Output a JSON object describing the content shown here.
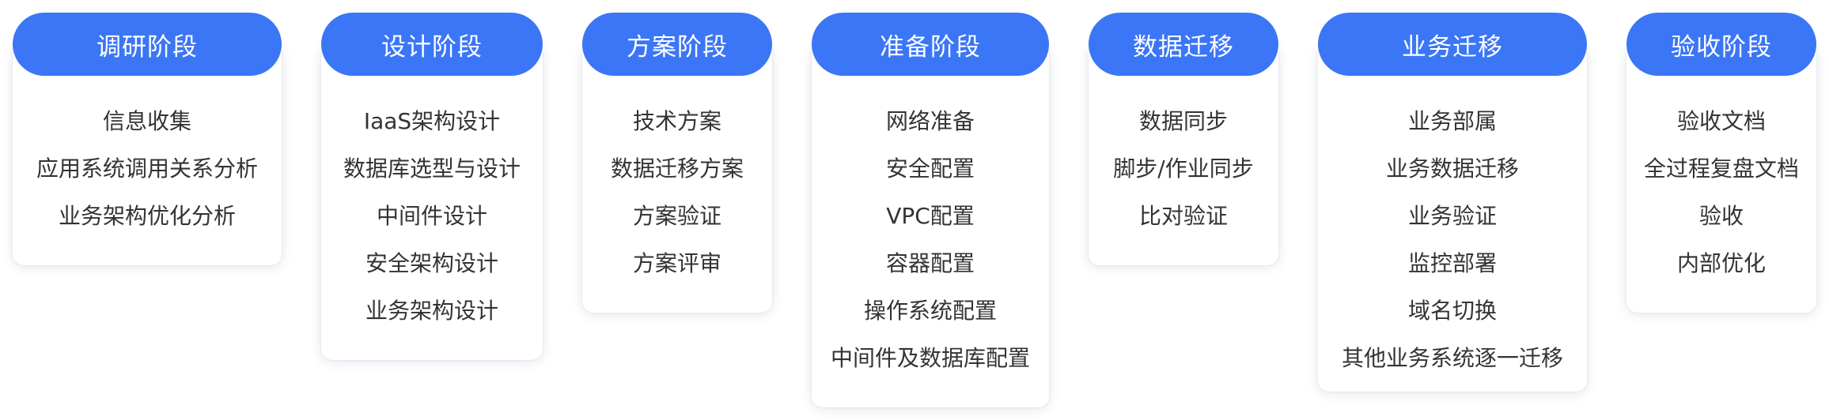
{
  "stages": [
    {
      "title": "调研阶段",
      "items": [
        "信息收集",
        "应用系统调用关系分析",
        "业务架构优化分析"
      ]
    },
    {
      "title": "设计阶段",
      "items": [
        "IaaS架构设计",
        "数据库选型与设计",
        "中间件设计",
        "安全架构设计",
        "业务架构设计"
      ]
    },
    {
      "title": "方案阶段",
      "items": [
        "技术方案",
        "数据迁移方案",
        "方案验证",
        "方案评审"
      ]
    },
    {
      "title": "准备阶段",
      "items": [
        "网络准备",
        "安全配置",
        "VPC配置",
        "容器配置",
        "操作系统配置",
        "中间件及数据库配置"
      ]
    },
    {
      "title": "数据迁移",
      "items": [
        "数据同步",
        "脚步/作业同步",
        "比对验证"
      ]
    },
    {
      "title": "业务迁移",
      "items": [
        "业务部属",
        "业务数据迁移",
        "业务验证",
        "监控部署",
        "域名切换",
        "其他业务系统逐一迁移"
      ]
    },
    {
      "title": "验收阶段",
      "items": [
        "验收文档",
        "全过程复盘文档",
        "验收",
        "内部优化"
      ]
    }
  ],
  "colors": {
    "header_bg": "#3b76f6",
    "header_text": "#ffffff",
    "item_text": "#333333",
    "card_bg": "#ffffff"
  }
}
